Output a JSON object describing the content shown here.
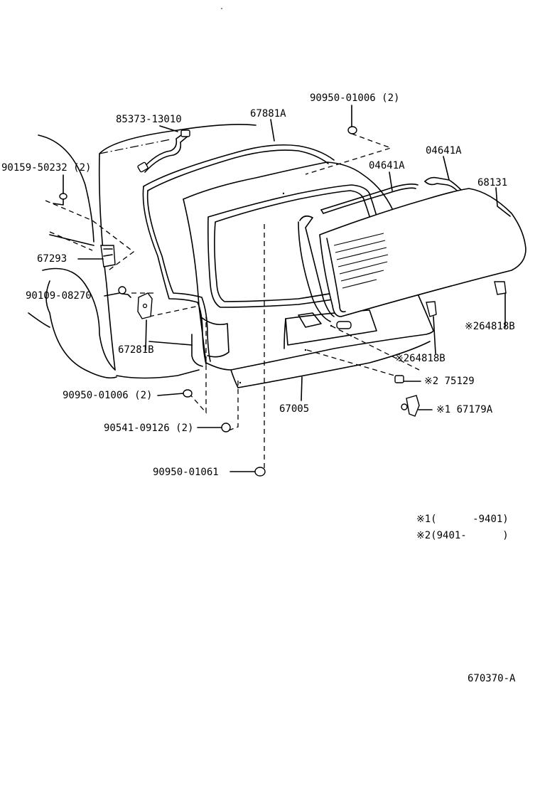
{
  "diagram": {
    "labels": {
      "p85373": "85373-13010",
      "p67881a": "67881A",
      "p90950_top": "90950-01006 (2)",
      "p04641a_right": "04641A",
      "p04641a_mid": "04641A",
      "p68131": "68131",
      "p90159": "90159-50232 (2)",
      "p67293": "67293",
      "p90109": "90109-08270",
      "p67281b": "67281B",
      "p264818b_right": "※264818B",
      "p264818b_mid": "※264818B",
      "p75129": "※2 75129",
      "p67179a": "※1 67179A",
      "p67005": "67005",
      "p90950_left": "90950-01006 (2)",
      "p90541": "90541-09126 (2)",
      "p90950_bottom": "90950-01061"
    },
    "notes": {
      "note1": "※1(      -9401)",
      "note2": "※2(9401-      )"
    },
    "figure_code": "670370-A"
  }
}
